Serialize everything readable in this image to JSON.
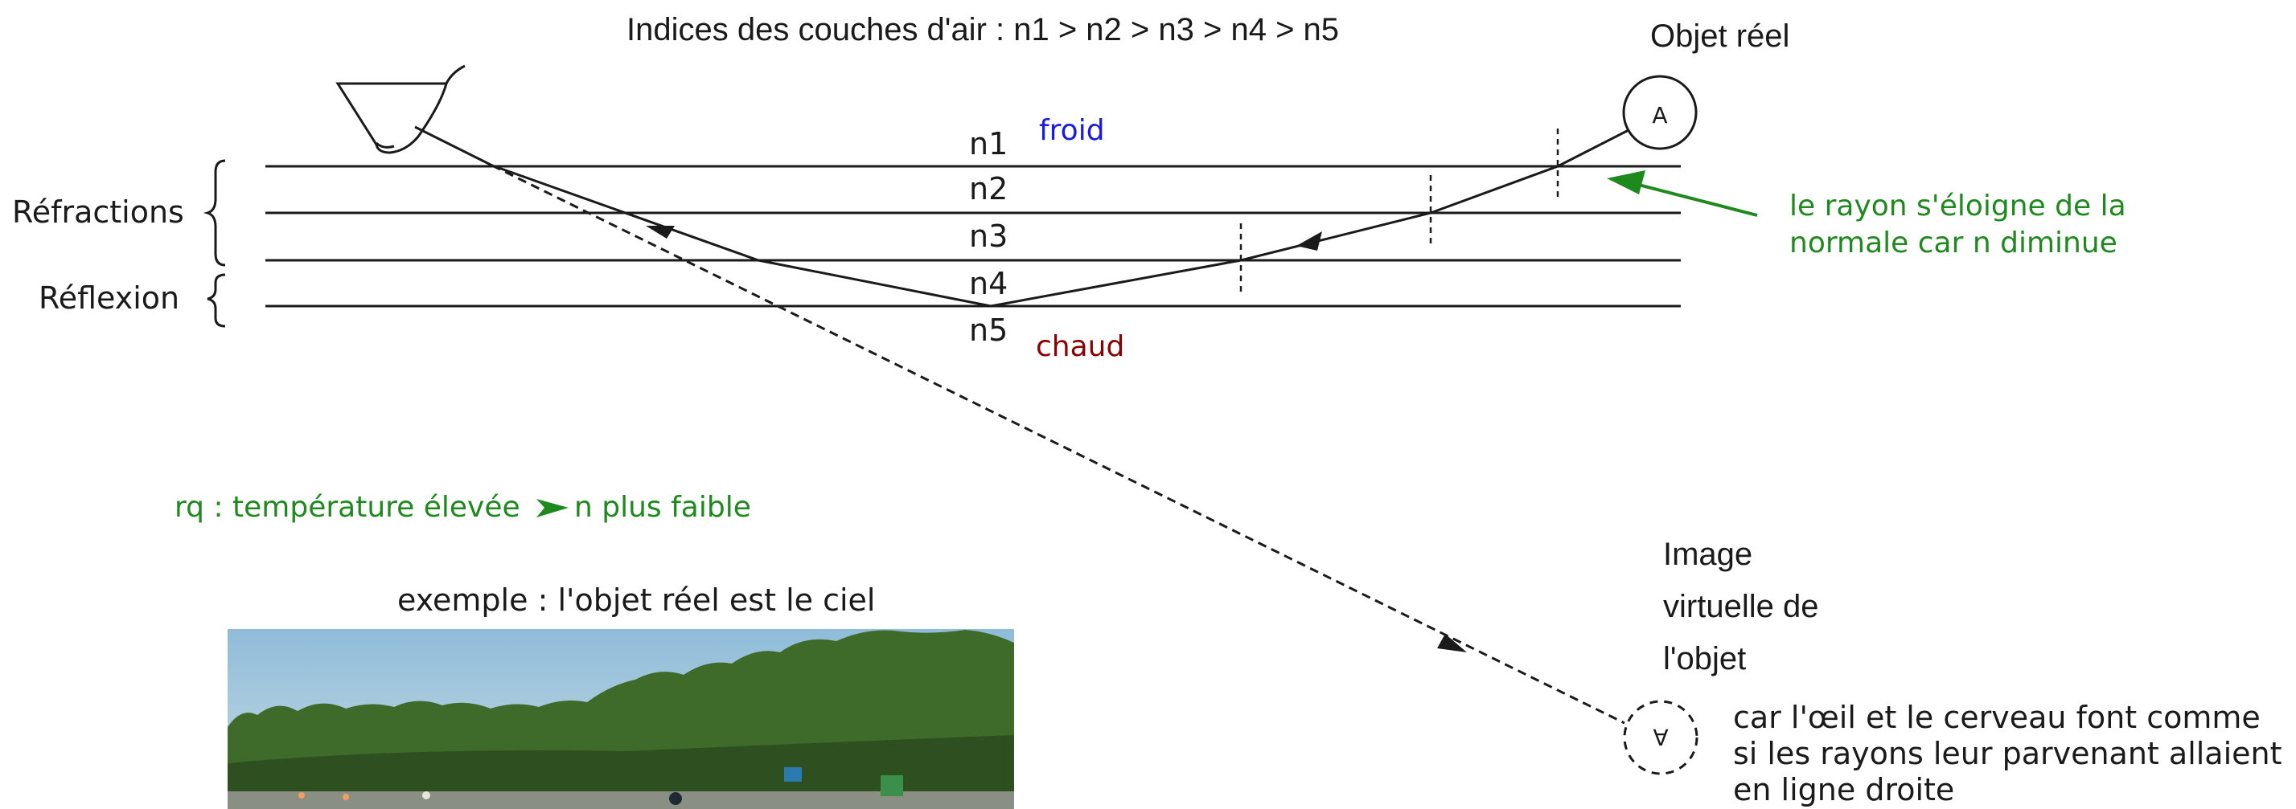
{
  "title": "Indices des couches d'air : n1 > n2 > n3 > n4 > n5",
  "object_label": "Objet réel",
  "object_letter": "A",
  "image_letter": "A",
  "layers": [
    "n1",
    "n2",
    "n3",
    "n4",
    "n5"
  ],
  "froid": "froid",
  "chaud": "chaud",
  "refractions": "Réfractions",
  "reflexion": "Réflexion",
  "annotation_ray_line1": "le rayon s'éloigne de la",
  "annotation_ray_line2": "normale car n diminue",
  "rq_prefix": "rq : température élevée",
  "rq_suffix": "n plus faible",
  "example": "exemple : l'objet réel est le ciel",
  "image_line1": "Image",
  "image_line2": "virtuelle de",
  "image_line3": "l'objet",
  "explain_line1": "car l'œil et le cerveau font comme",
  "explain_line2": "si les rayons leur parvenant allaient",
  "explain_line3": "en ligne droite",
  "colors": {
    "ink": "#1a1a1a",
    "green": "#1e8a1e",
    "blue": "#1a1ae6",
    "darkred": "#8b0000",
    "sky": "#9cc3dd",
    "trees": "#3f6b2a"
  }
}
